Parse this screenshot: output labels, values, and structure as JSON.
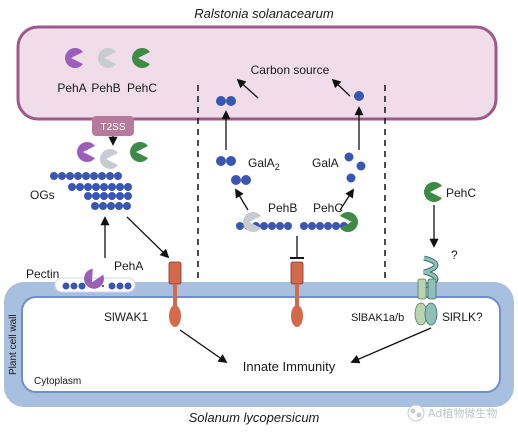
{
  "organism_top": "Ralstonia solanacearum",
  "organism_bottom": "Solanum lycopersicum",
  "enzymes": {
    "peha": "PehA",
    "pehb": "PehB",
    "pehc": "PehC"
  },
  "t2ss": "T2SS",
  "carbon_source": "Carbon source",
  "ogs": "OGs",
  "pectin": "Pectin",
  "gala2_main": "GalA",
  "gala2_sub": "2",
  "gala": "GalA",
  "cell_wall": "Plant cell wall",
  "cytoplasm": "Cytoplasm",
  "receptors": {
    "slwak1": "SlWAK1",
    "slbak1": "SlBAK1a/b",
    "slrlk": "SlRLK?"
  },
  "question": "?",
  "innate_immunity": "Innate Immunity",
  "watermark": "Ad植物微生物",
  "colors": {
    "bacterium_fill": "#f1dcea",
    "bacterium_stroke": "#9b5a8c",
    "wall_outer": "#a9bfe0",
    "wall_inner": "#d6e3f4",
    "sugar_bead": "#3a56b0",
    "peha": "#9a5fb8",
    "pehb": "#c8ccd2",
    "pehc": "#3f8a46",
    "t2ss": "#b57a9c",
    "receptor": "#d26a4b",
    "bak1": "#b9d4b3",
    "rlk": "#8fbfb8"
  }
}
